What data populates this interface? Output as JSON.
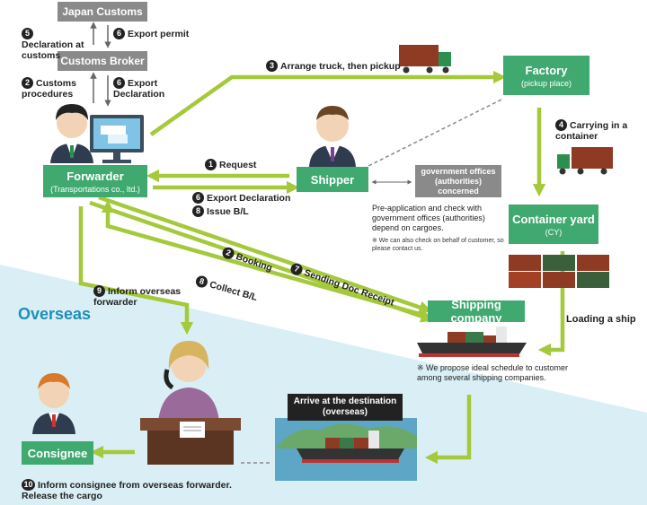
{
  "japan_customs": "Japan Customs",
  "customs_broker": "Customs Broker",
  "steps": {
    "s5": "Declaration at customs",
    "s5_num": "5",
    "s6a": "Export permit",
    "s6a_num": "6",
    "s2a": "Customs procedures",
    "s2a_num": "2",
    "s6b": "Export Declaration",
    "s6b_num": "6",
    "s3": "Arrange truck, then pickup",
    "s3_num": "3",
    "s1": "Request",
    "s1_num": "1",
    "s6c": "Export Declaration",
    "s6c_num": "6",
    "s8a": "Issue B/L",
    "s8a_num": "8",
    "s2b": "Booking",
    "s2b_num": "2",
    "s7": "Sending Doc Receipt",
    "s7_num": "7",
    "s8b": "Collect B/L",
    "s8b_num": "8",
    "s9": "Inform overseas forwarder",
    "s9_num": "9",
    "s4": "Carrying in a container",
    "s4_num": "4",
    "s10": "Inform consignee from overseas forwarder. Release the cargo",
    "s10_num": "10"
  },
  "forwarder": {
    "title": "Forwarder",
    "sub": "(Transportations co., ltd.)"
  },
  "shipper": {
    "title": "Shipper"
  },
  "factory": {
    "title": "Factory",
    "sub": "(pickup place)"
  },
  "gov_box": "government offices (authorities) concerned",
  "gov_text": "Pre-application and check with government offices (authorities) depend on cargoes.",
  "gov_note": "※ We can also check on behalf of customer, so please contact us.",
  "container_yard": {
    "title": "Container yard",
    "sub": "(CY)"
  },
  "shipping_company": "Shipping company",
  "loading": "Loading a ship",
  "schedule_note": "※ We propose ideal schedule to customer among several shipping companies.",
  "overseas": "Overseas",
  "arrive": "Arrive at the destination (overseas)",
  "consignee": "Consignee",
  "colors": {
    "green": "#3fa96f",
    "arrow": "#a4c93a",
    "gray": "#8a8a8a",
    "overseas_bg": "#d9eff5",
    "overseas_text": "#1d8fb8"
  }
}
